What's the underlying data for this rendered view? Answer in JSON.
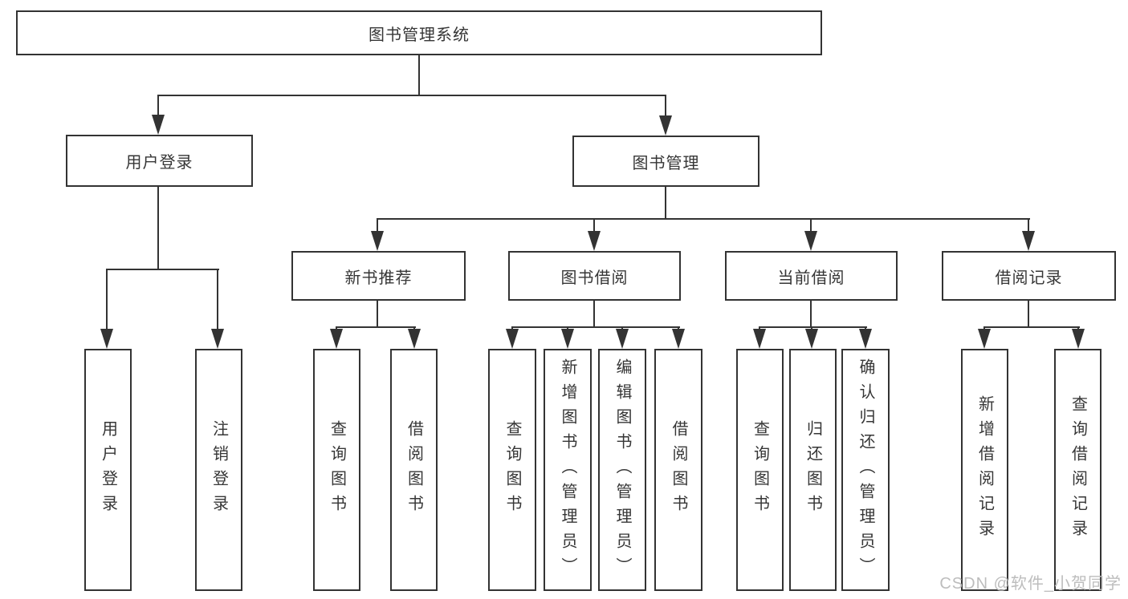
{
  "tree": {
    "root": {
      "label": "图书管理系统"
    },
    "children": [
      {
        "label": "用户登录",
        "children": [
          {
            "label": "用户登录"
          },
          {
            "label": "注销登录"
          }
        ]
      },
      {
        "label": "图书管理",
        "children": [
          {
            "label": "新书推荐",
            "children": [
              {
                "label": "查询图书"
              },
              {
                "label": "借阅图书"
              }
            ]
          },
          {
            "label": "图书借阅",
            "children": [
              {
                "label": "查询图书"
              },
              {
                "label": "新增图书（管理员）"
              },
              {
                "label": "编辑图书（管理员）"
              },
              {
                "label": "借阅图书"
              }
            ]
          },
          {
            "label": "当前借阅",
            "children": [
              {
                "label": "查询图书"
              },
              {
                "label": "归还图书"
              },
              {
                "label": "确认归还（管理员）"
              }
            ]
          },
          {
            "label": "借阅记录",
            "children": [
              {
                "label": "新增借阅记录"
              },
              {
                "label": "查询借阅记录"
              }
            ]
          }
        ]
      }
    ]
  },
  "watermark": {
    "text": "CSDN @软件_小贺同学"
  },
  "colors": {
    "line": "#333333",
    "text": "#363636",
    "watermark": "#bdbdbd",
    "background": "#ffffff"
  }
}
